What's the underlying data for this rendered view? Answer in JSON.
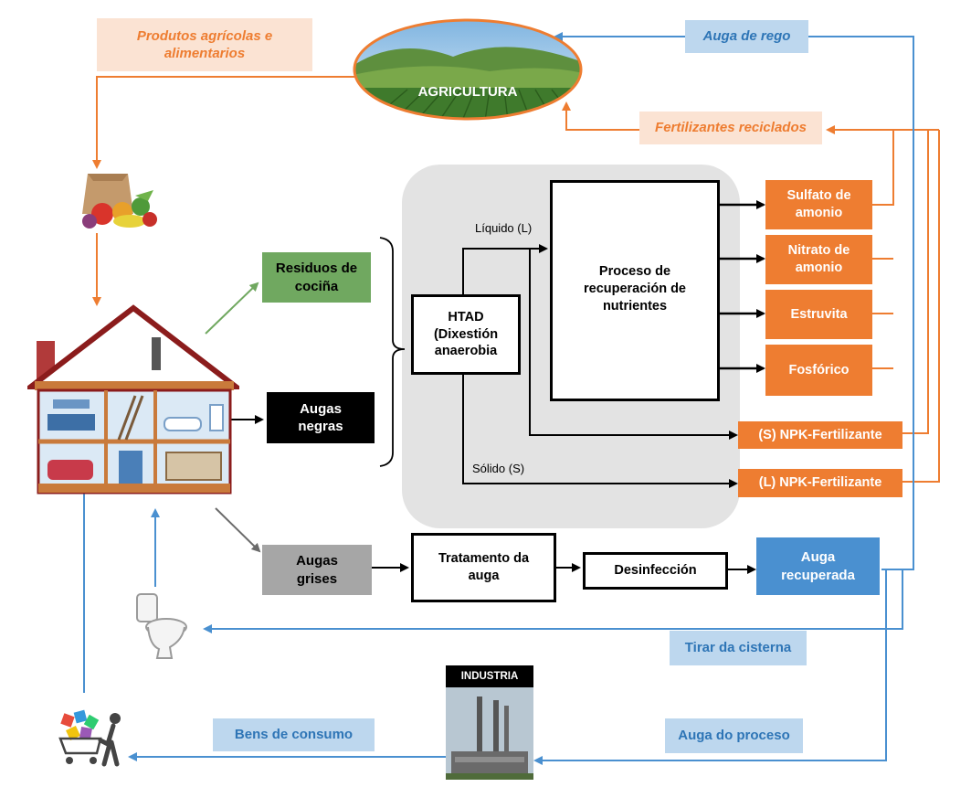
{
  "agriculture": {
    "label": "AGRICULTURA"
  },
  "products_label": "Produtos agrícolas e alimentarios",
  "irrigation_label": "Auga de rego",
  "recycled_fertilizers_label": "Fertilizantes reciclados",
  "kitchen_waste_label": "Residuos de cociña",
  "black_water_label": "Augas negras",
  "grey_water_label": "Augas grises",
  "htad_label": "HTAD (Dixestión anaerobia",
  "liquid_label": "Líquido (L)",
  "solid_label": "Sólido (S)",
  "nutrient_recovery_label": "Proceso de recuperación de nutrientes",
  "products": [
    "Sulfato de amonio",
    "Nitrato de amonio",
    "Estruvita",
    "Fosfórico"
  ],
  "npk_solid_label": "(S) NPK-Fertilizante",
  "npk_liquid_label": "(L) NPK-Fertilizante",
  "water_treatment_label": "Tratamento da auga",
  "disinfection_label": "Desinfección",
  "recovered_water_label": "Auga recuperada",
  "flush_label": "Tirar da cisterna",
  "industry_label": "INDUSTRIA",
  "process_water_label": "Auga do proceso",
  "consumer_goods_label": "Bens de consumo",
  "colors": {
    "orange": "#ee7d31",
    "blue": "#4a90d0",
    "green": "#70a860",
    "grey": "#6b6b6b",
    "black": "#000000"
  }
}
